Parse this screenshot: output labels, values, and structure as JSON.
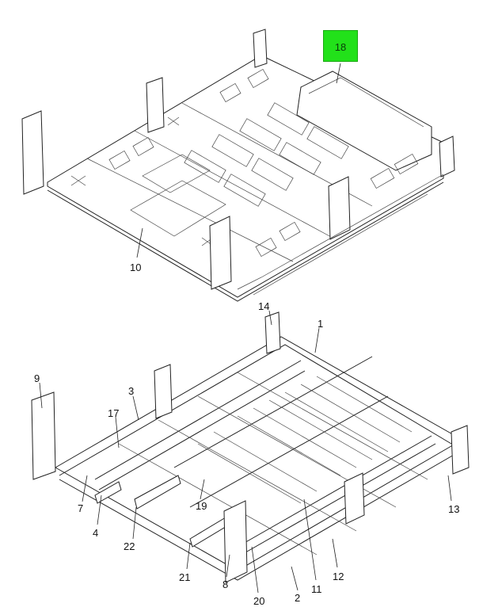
{
  "highlight": {
    "label": "18",
    "color": "#22e11a"
  },
  "callouts": {
    "c10": "10",
    "c14": "14",
    "c1": "1",
    "c9": "9",
    "c3": "3",
    "c17": "17",
    "c7": "7",
    "c4": "4",
    "c19": "19",
    "c22": "22",
    "c21": "21",
    "c8": "8",
    "c20": "20",
    "c2": "2",
    "c11": "11",
    "c12": "12",
    "c13": "13"
  }
}
